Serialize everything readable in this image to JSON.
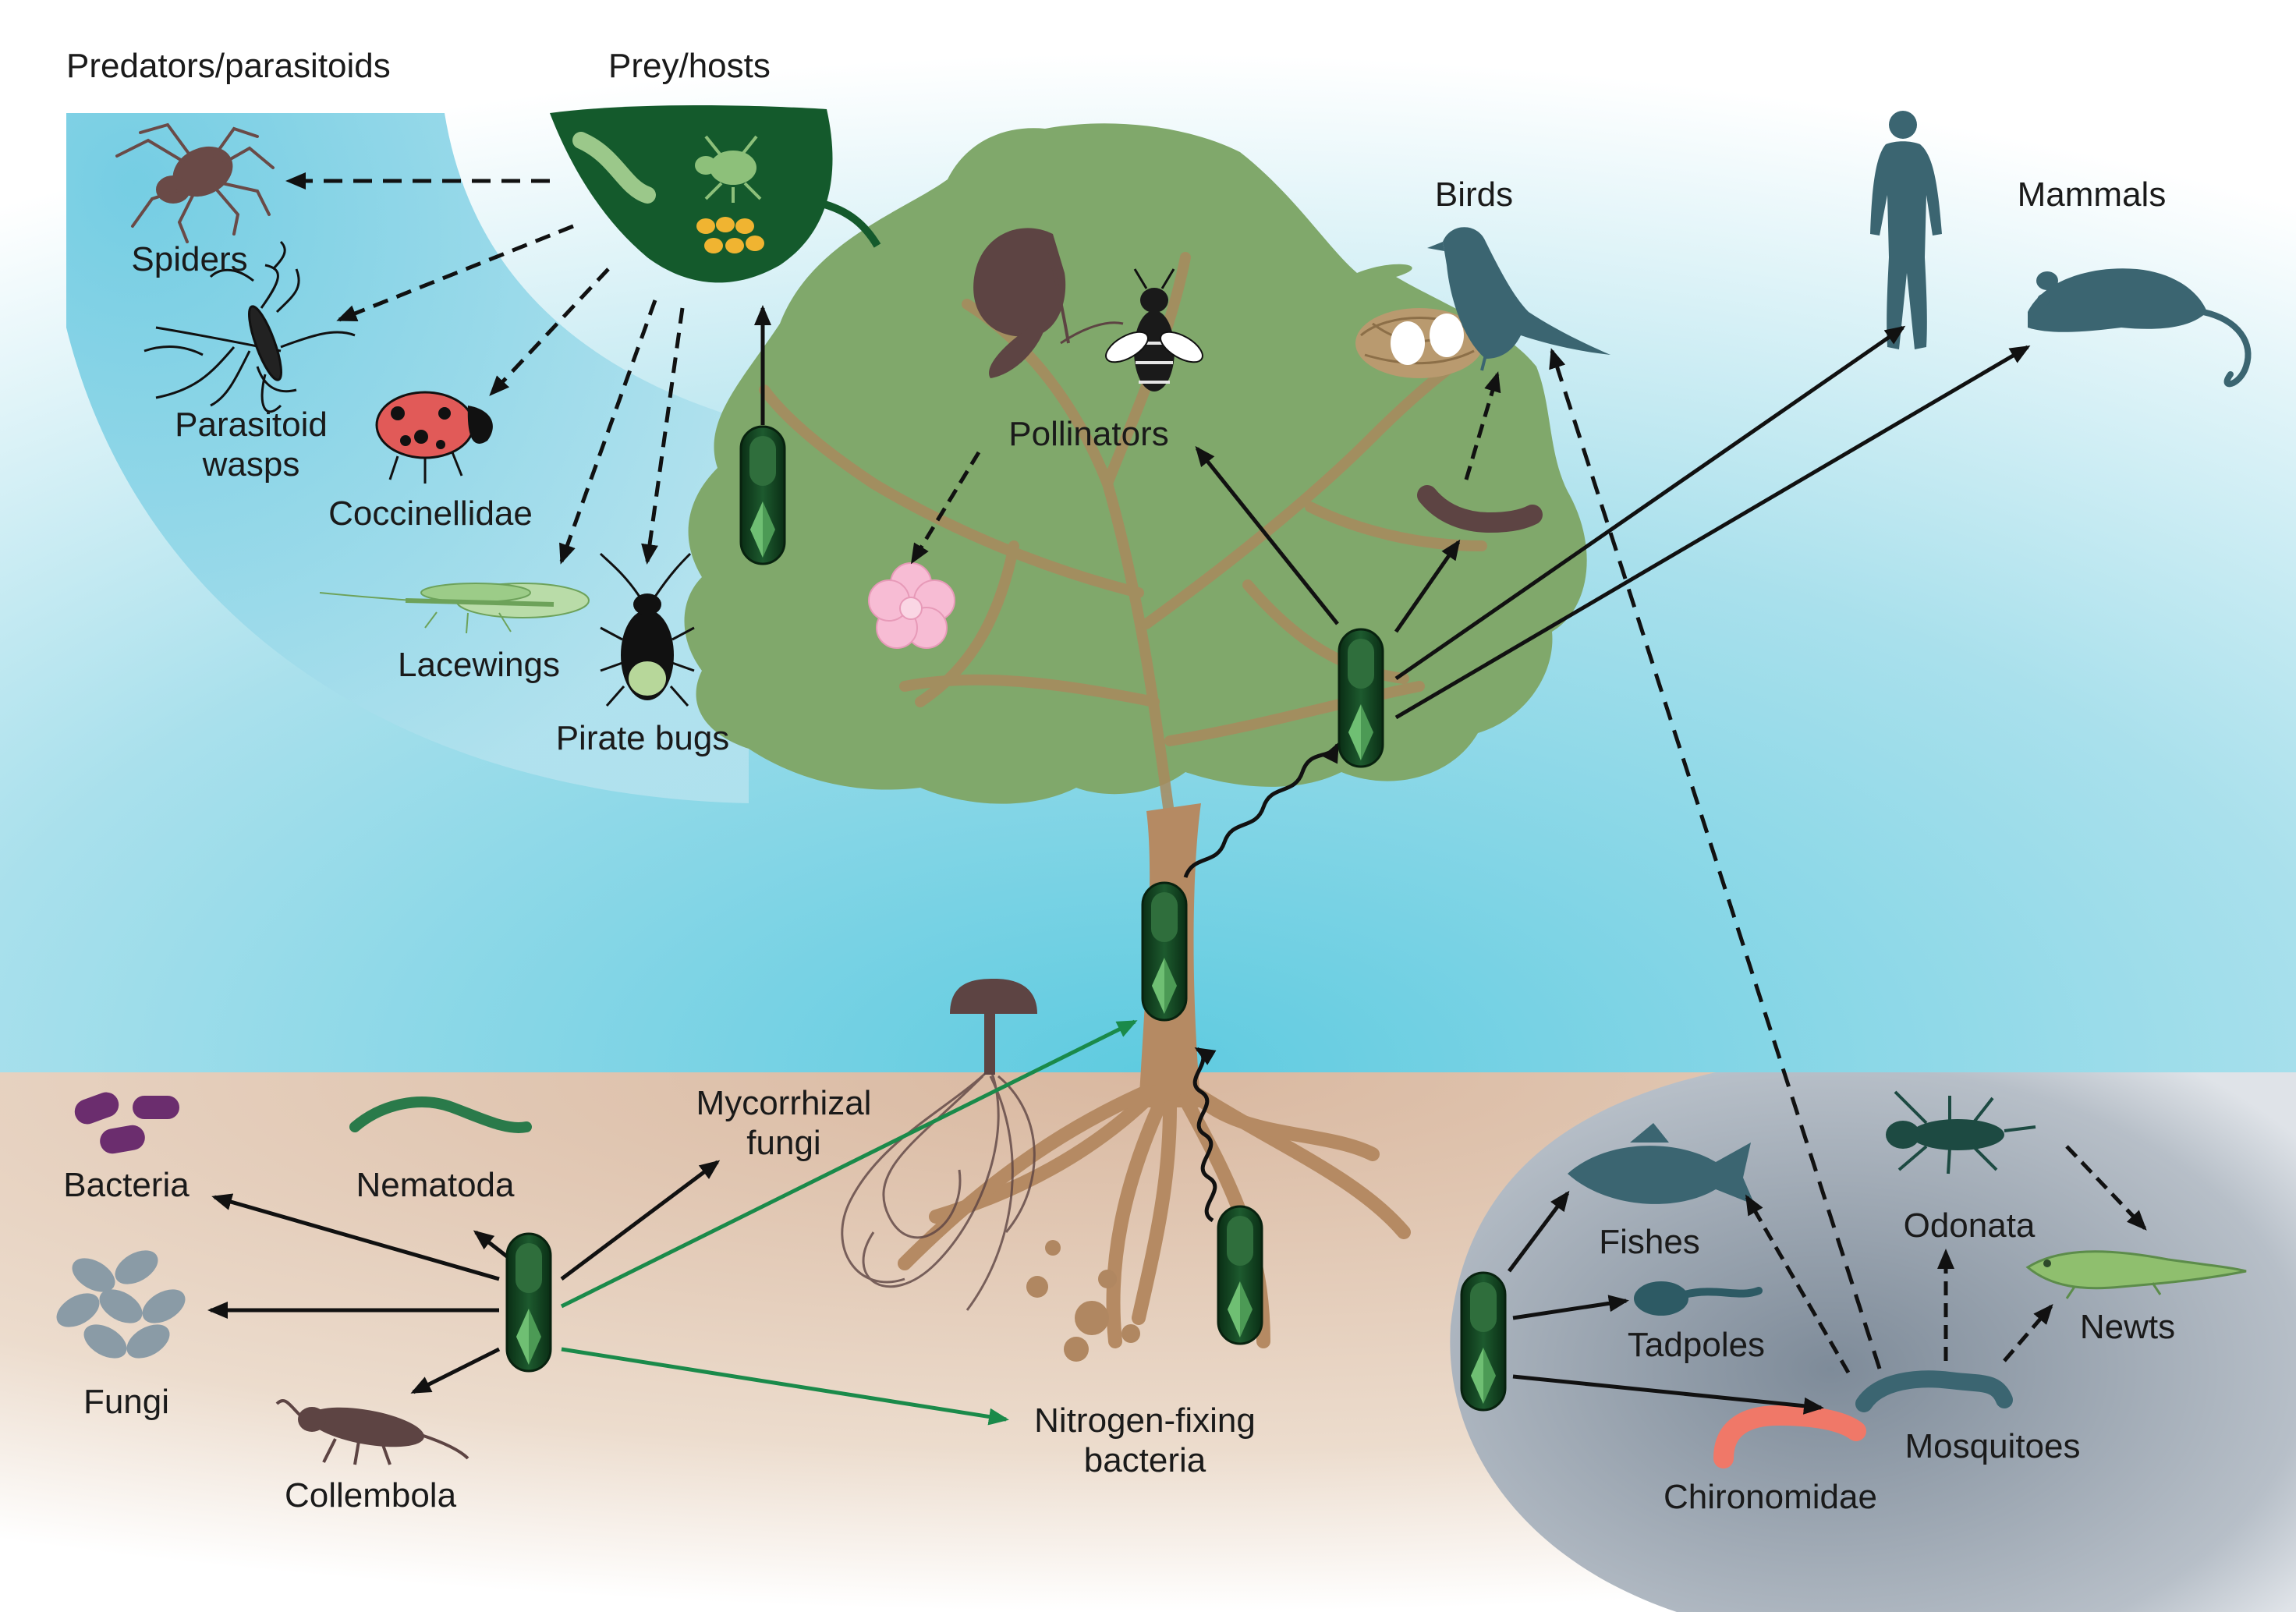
{
  "headers": {
    "predators": "Predators/parasitoids",
    "prey": "Prey/hosts"
  },
  "labels": {
    "spiders": "Spiders",
    "parasitoid_wasps": "Parasitoid\nwasps",
    "coccinellidae": "Coccinellidae",
    "lacewings": "Lacewings",
    "pirate_bugs": "Pirate bugs",
    "pollinators": "Pollinators",
    "birds": "Birds",
    "mammals": "Mammals",
    "bacteria": "Bacteria",
    "nematoda": "Nematoda",
    "fungi": "Fungi",
    "collembola": "Collembola",
    "mycorrhizal_fungi": "Mycorrhizal\nfungi",
    "nitrogen_fixing_bacteria": "Nitrogen-fixing\nbacteria",
    "fishes": "Fishes",
    "tadpoles": "Tadpoles",
    "odonata": "Odonata",
    "newts": "Newts",
    "mosquitoes": "Mosquitoes",
    "chironomidae": "Chironomidae"
  },
  "colors": {
    "sky": "#8fd6e6",
    "soil": "#e2c8b4",
    "water": "#8d99a6",
    "tree_canopy": "#7fa66b",
    "trunk": "#b58a63",
    "capsule": "#0d3b1c",
    "animal_teal": "#3b6571",
    "insect_brown": "#5d4443",
    "green_arrow": "#1a8a4a"
  },
  "icons": [
    "spider-icon",
    "wasp-icon",
    "ladybird-icon",
    "lacewing-icon",
    "pirate-bug-icon",
    "leaf-icon",
    "butterfly-icon",
    "bee-icon",
    "flower-icon",
    "bird-icon",
    "nest-icon",
    "worm-icon",
    "human-icon",
    "mouse-icon",
    "bacteria-icon",
    "nematode-icon",
    "fungi-icon",
    "collembola-icon",
    "mushroom-icon",
    "fish-icon",
    "tadpole-icon",
    "odonata-larva-icon",
    "newt-icon",
    "mosquito-larva-icon",
    "chironomid-larva-icon",
    "bacterial-capsule-icon"
  ]
}
